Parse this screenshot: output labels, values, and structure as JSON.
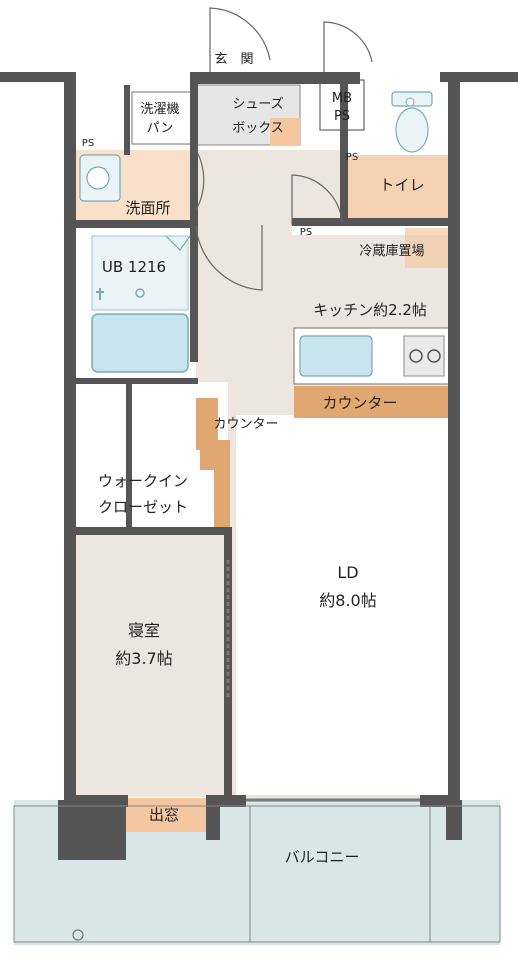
{
  "labels": {
    "entrance": "玄　関",
    "washer_line1": "洗濯機",
    "washer_line2": "パン",
    "shoebox_line1": "シューズ",
    "shoebox_line2": "ボックス",
    "mb": "MB",
    "mb_ps": "PS",
    "ps_washroom": "PS",
    "ps_toilet": "PS",
    "ps_kitchen": "PS",
    "toilet": "トイレ",
    "washroom": "洗面所",
    "fridge": "冷蔵庫置場",
    "ub": "UB 1216",
    "kitchen": "キッチン約2.2帖",
    "counter_kitchen": "カウンター",
    "counter_hall": "カウンター",
    "closet_line1": "ウォークイン",
    "closet_line2": "クローゼット",
    "ld_line1": "LD",
    "ld_line2": "約8.0帖",
    "bedroom_line1": "寝室",
    "bedroom_line2": "約3.7帖",
    "bay_window": "出窓",
    "balcony": "バルコニー"
  },
  "colors": {
    "wall": "#555555",
    "floor_main": "#ece6de",
    "floor_wet": "#ffffff",
    "accent_orange": "#f4c7a1",
    "counter": "#e0a870",
    "balcony": "#d8e6e8",
    "bath": "#c8e4ec"
  }
}
